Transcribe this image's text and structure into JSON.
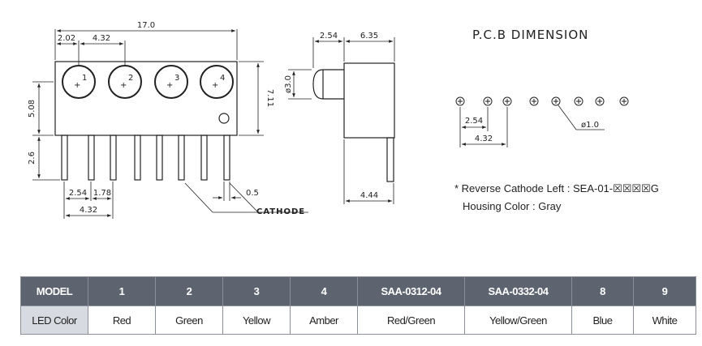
{
  "front_view": {
    "dim_overall_width": "17.0",
    "dim_first_offset": "2.02",
    "dim_led_pitch": "4.32",
    "dim_led_height": "5.08",
    "dim_body_height": "7.11",
    "dim_lead_length": "2.6",
    "dim_pin_pitch": "2.54",
    "dim_pin_gap": "1.78",
    "dim_pin_group_pitch": "4.32",
    "dim_pin_width": "0.5",
    "cathode_label": "CATHODE",
    "led_numbers": [
      "1",
      "2",
      "3",
      "4"
    ],
    "plus_sign": "+"
  },
  "side_view": {
    "dim_lens_protrusion": "2.54",
    "dim_body_depth": "6.35",
    "dim_lens_diameter": "ø3.0",
    "dim_lead_offset": "4.44"
  },
  "pcb": {
    "title": "P.C.B DIMENSION",
    "dim_pitch": "2.54",
    "dim_group_pitch": "4.32",
    "dim_hole": "ø1.0"
  },
  "notes": {
    "reverse_cathode": "* Reverse Cathode Left : SEA-01-☒☒☒☒G",
    "housing_color": "Housing Color : Gray"
  },
  "spec_table": {
    "header_label": "MODEL",
    "row_label": "LED Color",
    "models": [
      "1",
      "2",
      "3",
      "4",
      "SAA-0312-04",
      "SAA-0332-04",
      "8",
      "9"
    ],
    "colors": [
      "Red",
      "Green",
      "Yellow",
      "Amber",
      "Red/Green",
      "Yellow/Green",
      "Blue",
      "White"
    ]
  },
  "colors": {
    "header_bg": "#5d6470",
    "label_bg": "#d7dae0",
    "line": "#222222"
  }
}
